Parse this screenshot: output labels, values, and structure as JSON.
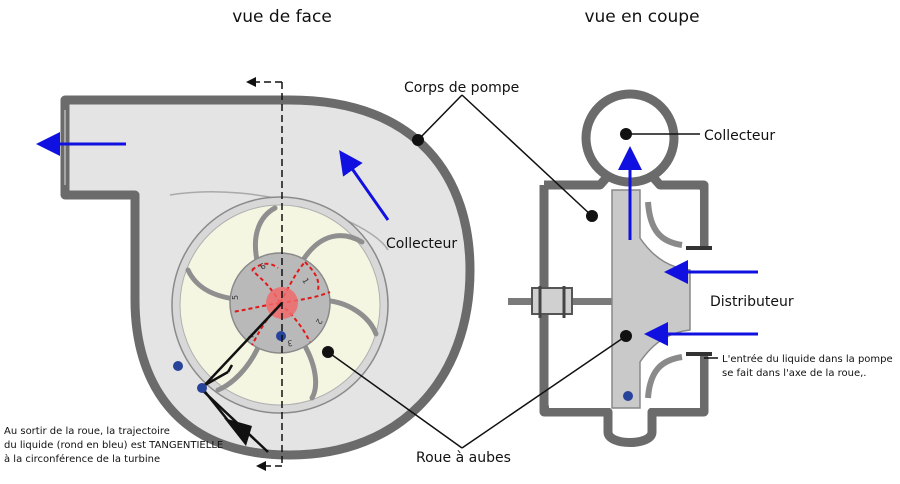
{
  "titles": {
    "front": "vue de face",
    "section": "vue en coupe"
  },
  "labels": {
    "corps_de_pompe": "Corps de pompe",
    "collecteur_front": "Collecteur",
    "collecteur_section": "Collecteur",
    "distributeur": "Distributeur",
    "roue_a_aubes": "Roue à aubes"
  },
  "notes": {
    "tangent_lines": [
      "Au sortir de la roue,  la trajectoire",
      "du liquide (rond en bleu) est TANGENTIELLE",
      "à la circonférence de la turbine"
    ],
    "inlet_lines": [
      "L'entrée du liquide dans la pompe",
      "se fait dans l'axe de la roue,."
    ]
  },
  "blade_numbers": [
    "1",
    "2",
    "3",
    "4",
    "5",
    "6"
  ],
  "colors": {
    "casing": "#6b6b6b",
    "casing_fill": "#e4e4e4",
    "impeller_fill": "#f4f6e2",
    "hub_fill": "#b9b9b9",
    "flow_arrow": "#1010e0",
    "particle": "#28439a",
    "eye": "#f06a6a",
    "dashed_path": "#e01818"
  }
}
